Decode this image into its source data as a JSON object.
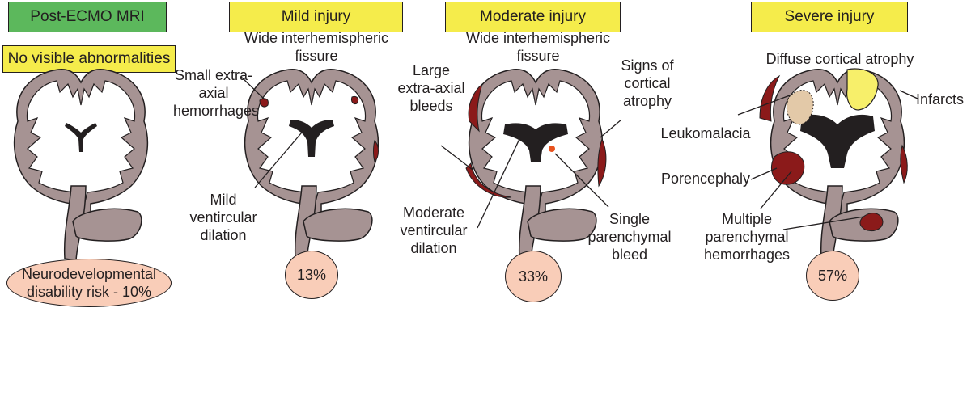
{
  "panels": {
    "post_ecmo": {
      "header": "Post-ECMO MRI",
      "subheader": "No visible abnormalities",
      "risk": "Neurodevelopmental disability risk - 10%"
    },
    "mild": {
      "header": "Mild injury",
      "fissure": "Wide interhemispheric fissure",
      "extra_axial": "Small extra-axial hemorrhages",
      "ventricular": "Mild ventircular dilation",
      "risk": "13%"
    },
    "moderate": {
      "header": "Moderate injury",
      "fissure": "Wide interhemispheric fissure",
      "bleeds": "Large extra-axial bleeds",
      "atrophy": "Signs of cortical atrophy",
      "ventricular": "Moderate ventircular dilation",
      "parenchymal": "Single parenchymal bleed",
      "risk": "33%"
    },
    "severe": {
      "header": "Severe injury",
      "atrophy": "Diffuse cortical atrophy",
      "infarcts": "Infarcts",
      "leukomalacia": "Leukomalacia",
      "porencephaly": "Porencephaly",
      "hemorrhages": "Multiple parenchymal hemorrhages",
      "risk": "57%"
    }
  },
  "colors": {
    "header_green": "#5cb85c",
    "header_yellow": "#f5ec4b",
    "brain_tissue": "#a69393",
    "ventricle": "#231f20",
    "hemorrhage": "#8b1a1a",
    "risk_oval": "#f9cdb8",
    "infarct": "#f7ef6a",
    "leukomalacia": "#e3c9a8"
  }
}
